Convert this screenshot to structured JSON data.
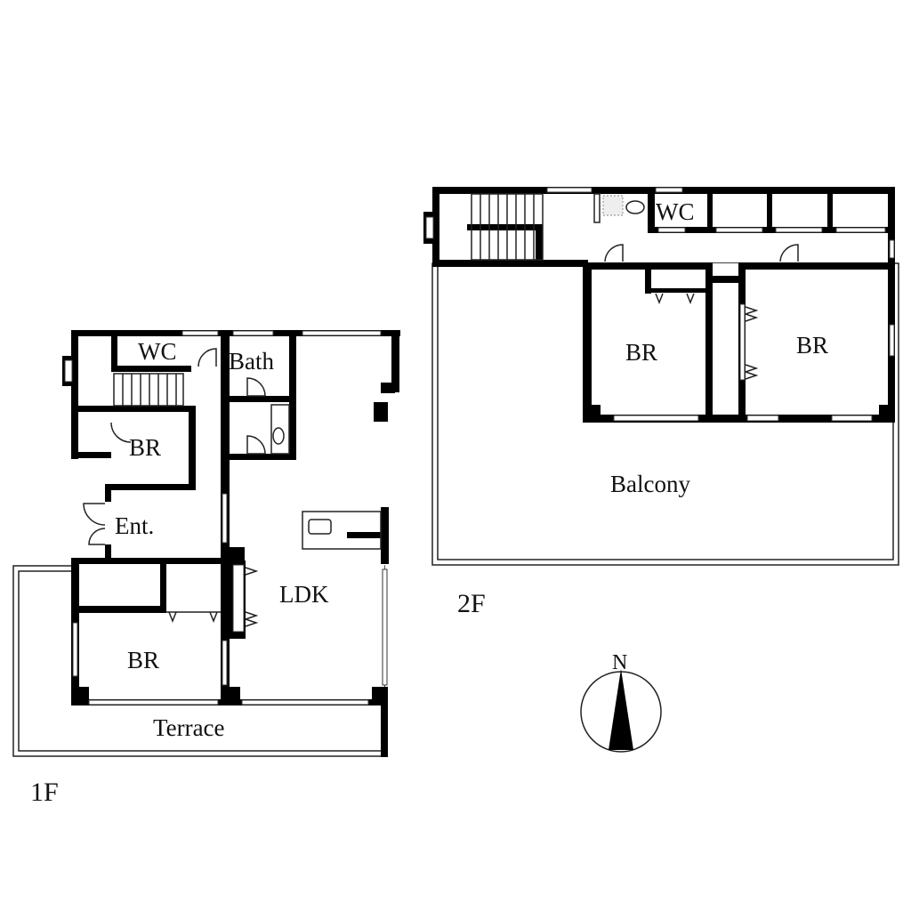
{
  "floor_1": {
    "label": "1F",
    "rooms": {
      "wc": "WC",
      "bath": "Bath",
      "bedroom_upper": "BR",
      "entrance": "Ent.",
      "ldk": "LDK",
      "bedroom_lower": "BR",
      "terrace": "Terrace"
    }
  },
  "floor_2": {
    "label": "2F",
    "rooms": {
      "wc": "WC",
      "bedroom_left": "BR",
      "bedroom_right": "BR",
      "balcony": "Balcony"
    }
  },
  "compass": {
    "label": "N"
  }
}
